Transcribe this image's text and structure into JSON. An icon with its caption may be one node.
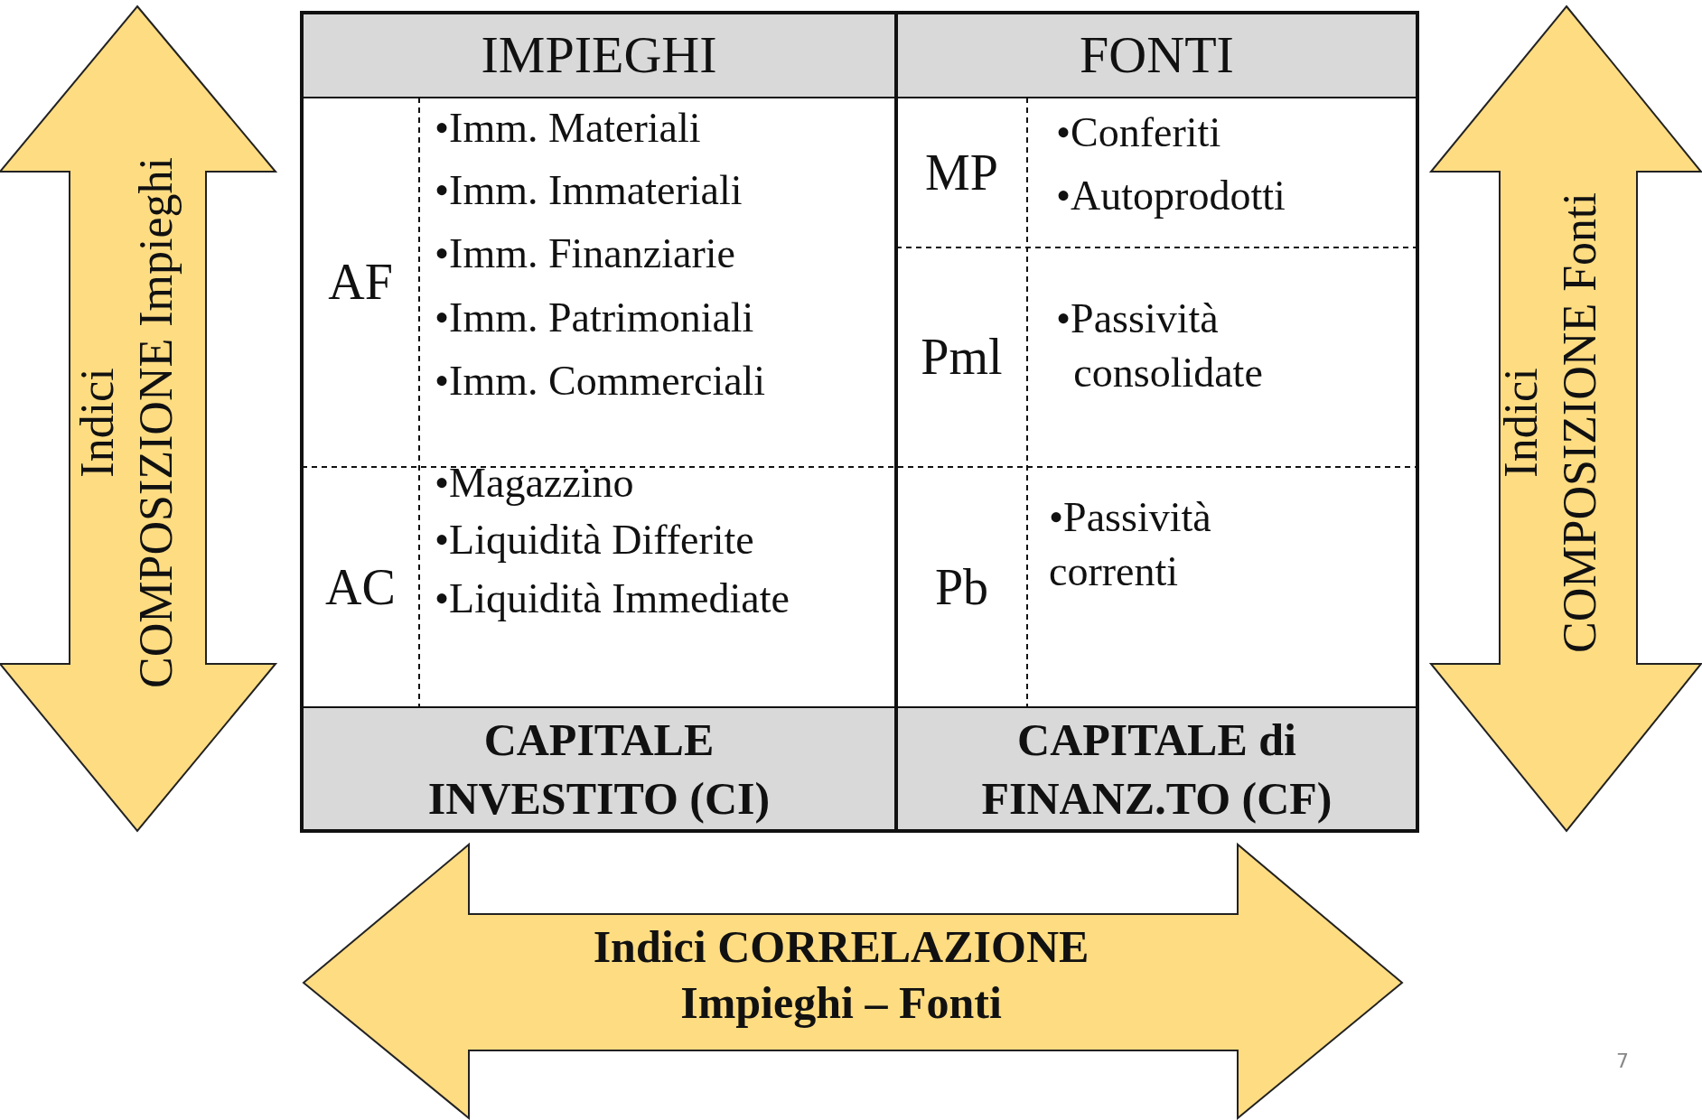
{
  "diagram": {
    "nodes": [
      {
        "text": [
          "Indici COMPOSIZIONE Impieghi"
        ]
      },
      {
        "text": [
          "Indici COMPOSIZIONE Fonti"
        ]
      },
      {
        "text": [
          "Indici CORRELAZIONE Impieghi – Fonti"
        ]
      }
    ],
    "labels": [
      "IMPIEGHI",
      "FONTI",
      "AF",
      "•Imm. Materiali",
      "•Imm. Immateriali",
      "•Imm. Finanziarie",
      "•Imm. Patrimoniali",
      "•Imm. Commerciali",
      "MP",
      "•Conferiti",
      "•Autoprodotti",
      "Pml",
      "•Passività consolidate",
      "AC",
      "•Magazzino",
      "•Liquidità Differite",
      "•Liquidità Immediate",
      "Pb",
      "•Passività correnti",
      "CAPITALE INVESTITO (CI)",
      "CAPITALE di FINANZ.TO (CF)",
      "7"
    ]
  }
}
